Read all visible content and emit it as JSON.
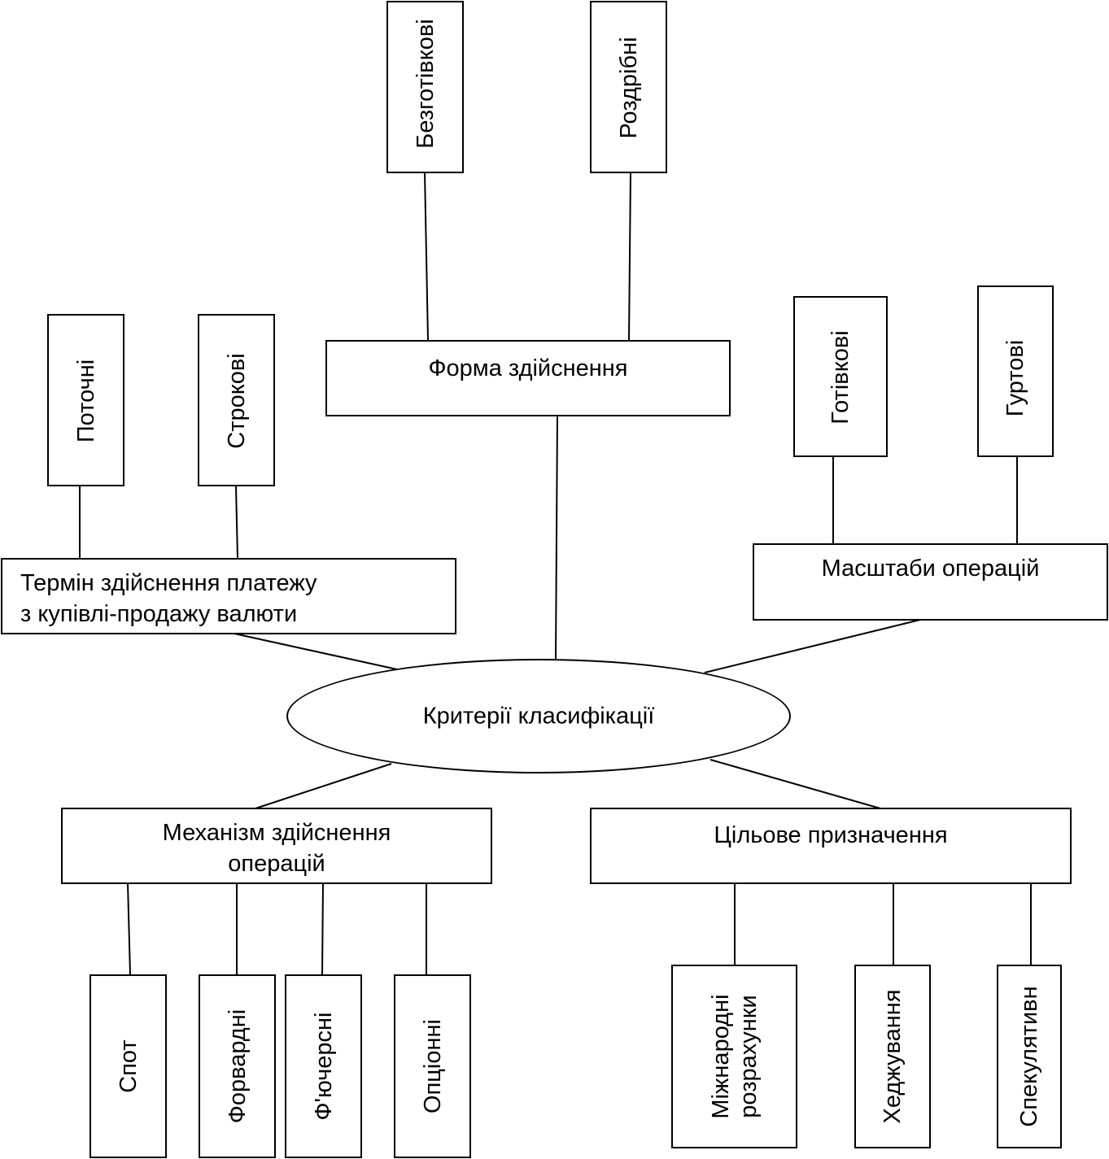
{
  "center": "Критерії класифікації",
  "forma": {
    "label": "Форма здійснення",
    "children": [
      "Безготівкові",
      "Роздрібні"
    ]
  },
  "termin": {
    "line1": "Термін здійснення платежу",
    "line2": "з купівлі-продажу валюти",
    "children": [
      "Поточні",
      "Строкові"
    ]
  },
  "masshtaby": {
    "label": "Масштаби операцій",
    "children": [
      "Готівкові",
      "Гуртові"
    ]
  },
  "mekhanizm": {
    "line1": "Механізм здійснення",
    "line2": "операцій",
    "children": [
      "Спот",
      "Форвардні",
      "Ф'ючерсні",
      "Опціонні"
    ]
  },
  "tsilove": {
    "label": "Цільове призначення",
    "children": [
      {
        "line1": "Міжнародні",
        "line2": "розрахунки"
      },
      "Хеджування",
      "Спекулятивн"
    ]
  }
}
